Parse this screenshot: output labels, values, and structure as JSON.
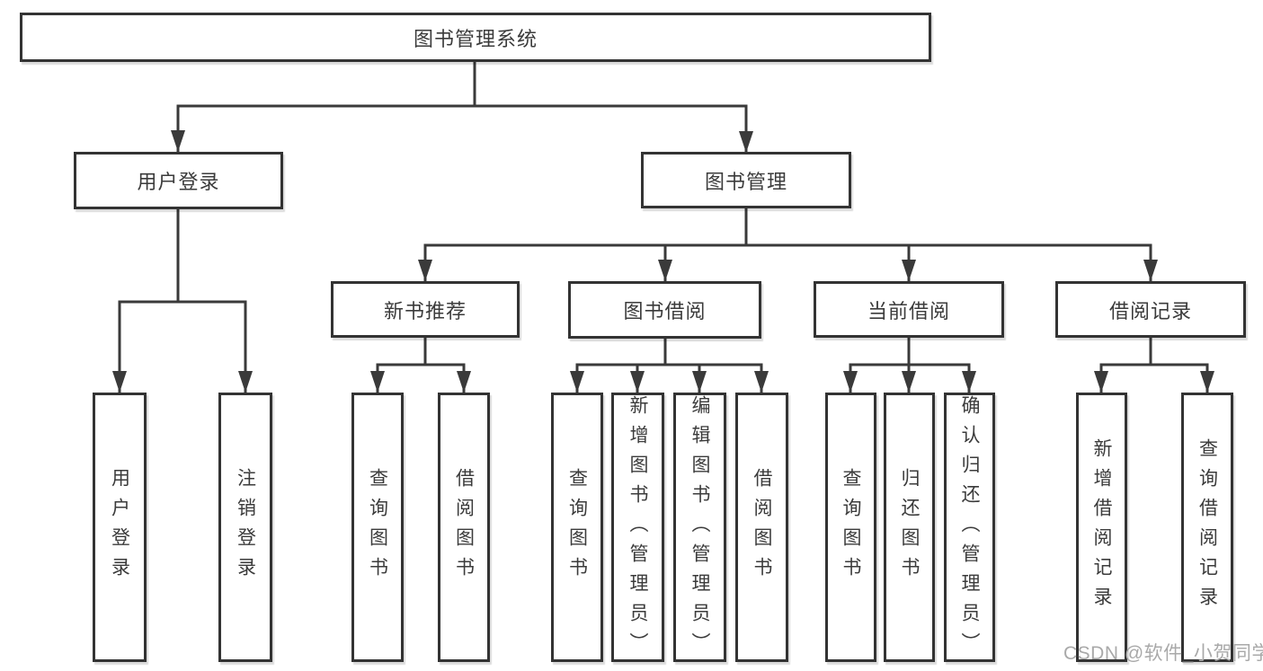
{
  "tree": {
    "root": {
      "label": "图书管理系统"
    },
    "branches": [
      {
        "label": "用户登录",
        "children": [
          {
            "label": "用户登录"
          },
          {
            "label": "注销登录"
          }
        ]
      },
      {
        "label": "图书管理",
        "children": [
          {
            "label": "新书推荐",
            "children": [
              {
                "label": "查询图书"
              },
              {
                "label": "借阅图书"
              }
            ]
          },
          {
            "label": "图书借阅",
            "children": [
              {
                "label": "查询图书"
              },
              {
                "label": "新增图书（管理员）"
              },
              {
                "label": "编辑图书（管理员）"
              },
              {
                "label": "借阅图书"
              }
            ]
          },
          {
            "label": "当前借阅",
            "children": [
              {
                "label": "查询图书"
              },
              {
                "label": "归还图书"
              },
              {
                "label": "确认归还（管理员）"
              }
            ]
          },
          {
            "label": "借阅记录",
            "children": [
              {
                "label": "新增借阅记录"
              },
              {
                "label": "查询借阅记录"
              }
            ]
          }
        ]
      }
    ]
  },
  "watermark": {
    "text": "CSDN @软件_小贺同学"
  },
  "colors": {
    "background": "#ffffff",
    "line": "#3a3a3a",
    "box_border": "#333333",
    "text": "#3b3b3b",
    "watermark": "#a9a9a9"
  }
}
